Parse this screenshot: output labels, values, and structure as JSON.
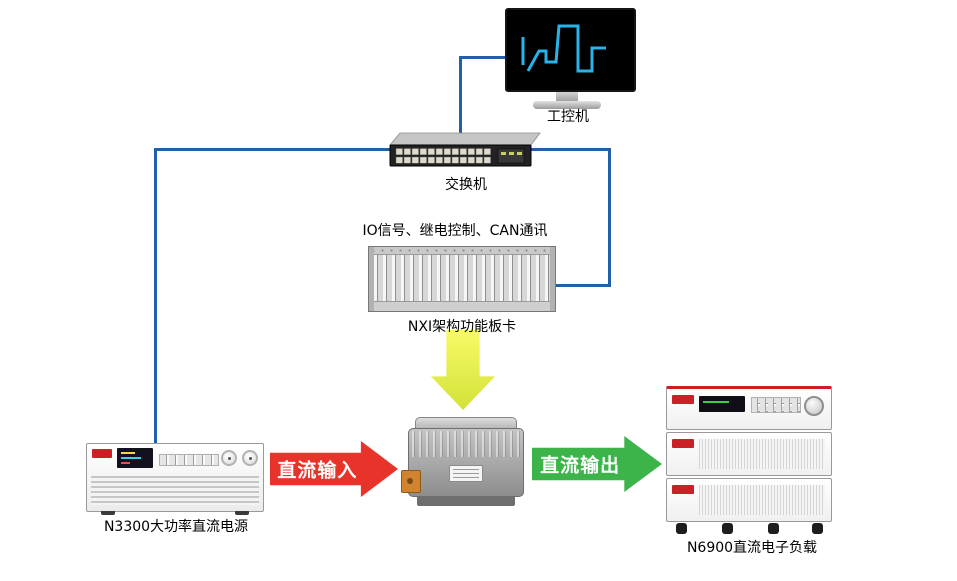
{
  "nodes": {
    "ipc": {
      "label": "工控机"
    },
    "switch": {
      "label": "交换机"
    },
    "nxi": {
      "label": "NXI架构功能板卡",
      "annotation": "IO信号、继电控制、CAN通讯"
    },
    "psu": {
      "label": "N3300大功率直流电源"
    },
    "load": {
      "label": "N6900直流电子负载"
    }
  },
  "arrows": {
    "dc_input": {
      "label": "直流输入",
      "color": "#e8332b"
    },
    "dc_output": {
      "label": "直流输出",
      "color": "#3cb44a"
    },
    "control": {
      "color": "#e4ef4e"
    }
  },
  "colors": {
    "cable": "#2060a8",
    "brand_accent": "#cc2027"
  }
}
